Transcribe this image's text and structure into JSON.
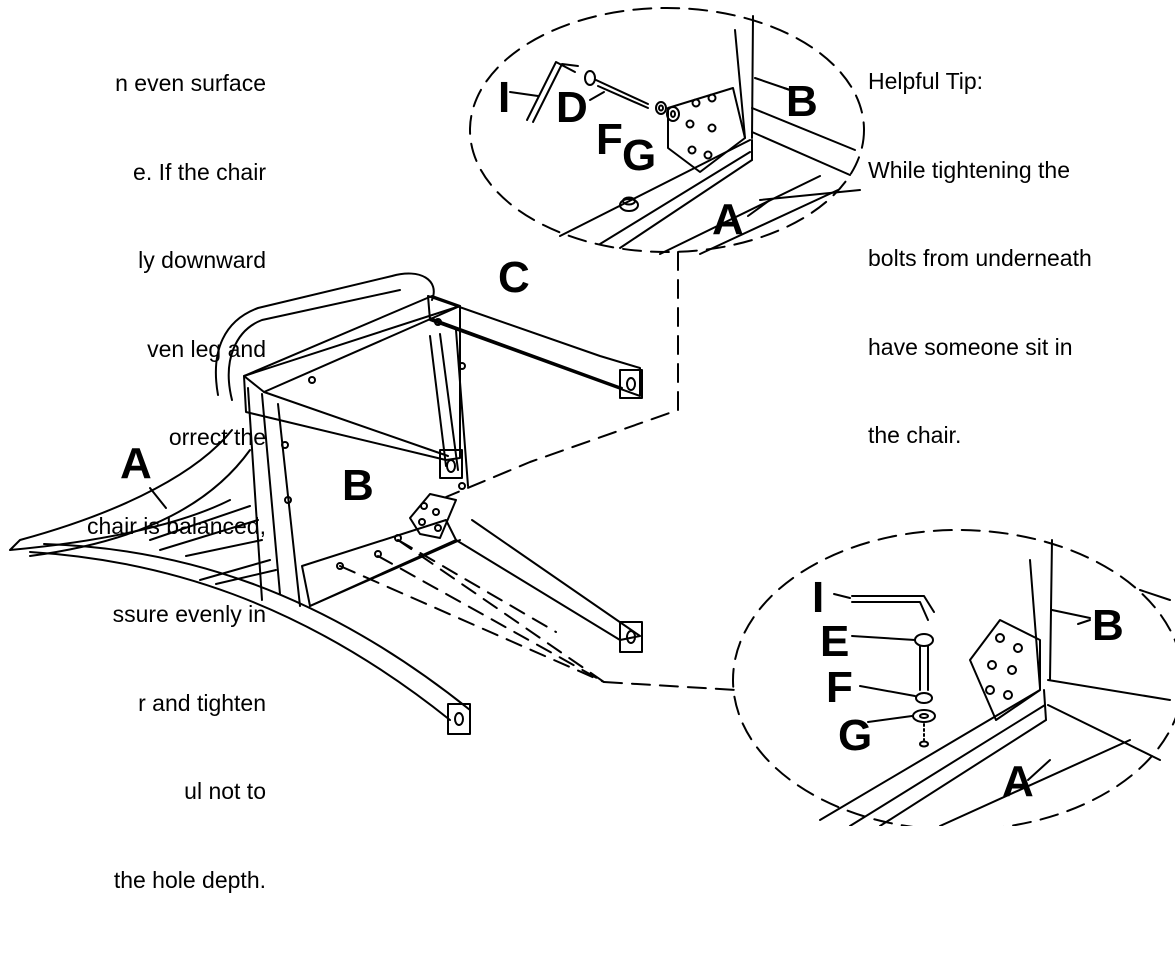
{
  "instructions_left": {
    "lines": [
      "n even surface",
      "e. If the chair",
      "ly downward",
      "ven leg and",
      "orrect the",
      " chair is balanced,",
      "ssure evenly in",
      "r and tighten",
      "ul not to",
      "the hole depth."
    ]
  },
  "helpful_tip": {
    "heading": "Helpful Tip:",
    "lines": [
      "While tightening the",
      "bolts from underneath",
      "have someone sit in",
      "the chair."
    ]
  },
  "labels": {
    "main_A": "A",
    "main_B": "B",
    "main_C": "C",
    "top_I": "I",
    "top_D": "D",
    "top_F": "F",
    "top_G": "G",
    "top_B": "B",
    "top_A": "A",
    "bottom_I": "I",
    "bottom_E": "E",
    "bottom_F": "F",
    "bottom_G": "G",
    "bottom_B": "B",
    "bottom_A": "A"
  },
  "colors": {
    "ink": "#000000",
    "paper": "#ffffff"
  }
}
